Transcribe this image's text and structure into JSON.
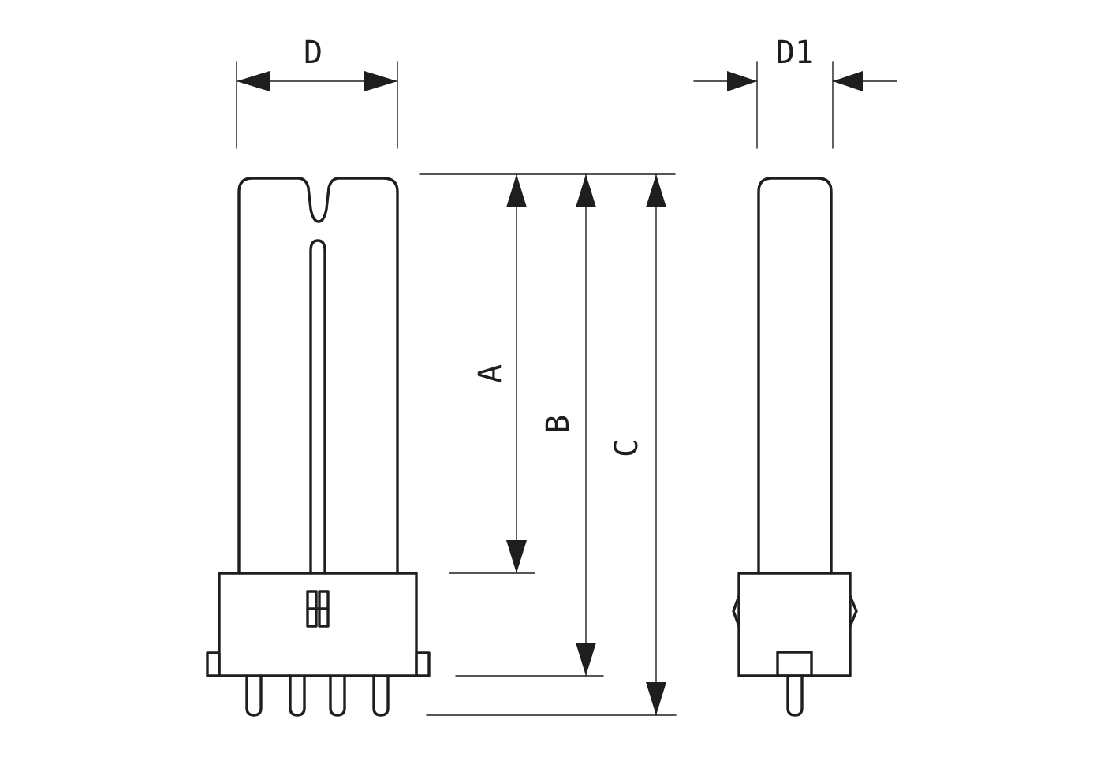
{
  "labels": {
    "D": "D",
    "D1": "D1",
    "A": "A",
    "B": "B",
    "C": "C"
  }
}
